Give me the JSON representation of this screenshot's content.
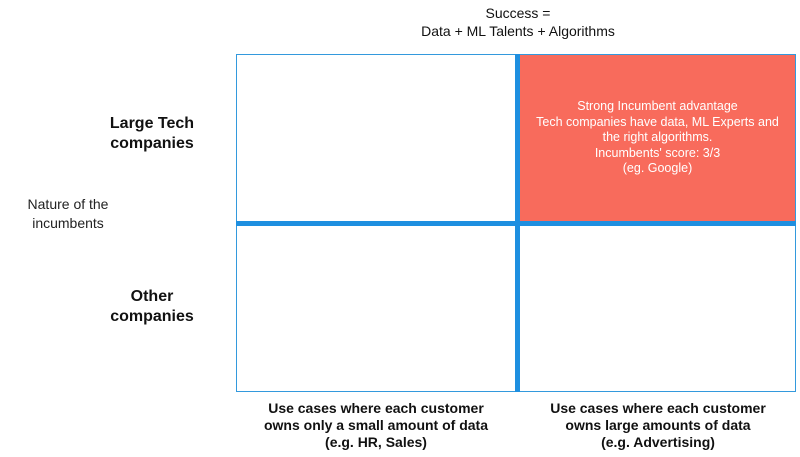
{
  "title": {
    "line1": "Success =",
    "line2": "Data + ML Talents + Algorithms"
  },
  "y_axis": {
    "line1": "Nature of the",
    "line2": "incumbents"
  },
  "rows": {
    "top": {
      "line1": "Large Tech",
      "line2": "companies"
    },
    "bottom": {
      "line1": "Other",
      "line2": "companies"
    }
  },
  "columns": {
    "left": {
      "line1": "Use cases where each customer",
      "line2": "owns only a small amount of data",
      "line3": "(e.g. HR, Sales)"
    },
    "right": {
      "line1": "Use cases where each customer",
      "line2": "owns large amounts of data",
      "line3": "(e.g. Advertising)"
    }
  },
  "highlight_cell": {
    "lines": [
      "Strong Incumbent advantage",
      "Tech companies have data, ML Experts and",
      "the right algorithms.",
      "Incumbents' score: 3/3",
      "(eg. Google)"
    ],
    "color": "#f86b5c"
  },
  "colors": {
    "grid_lines": "#1e8fe0",
    "border": "#3399dd",
    "highlight": "#f86b5c"
  }
}
